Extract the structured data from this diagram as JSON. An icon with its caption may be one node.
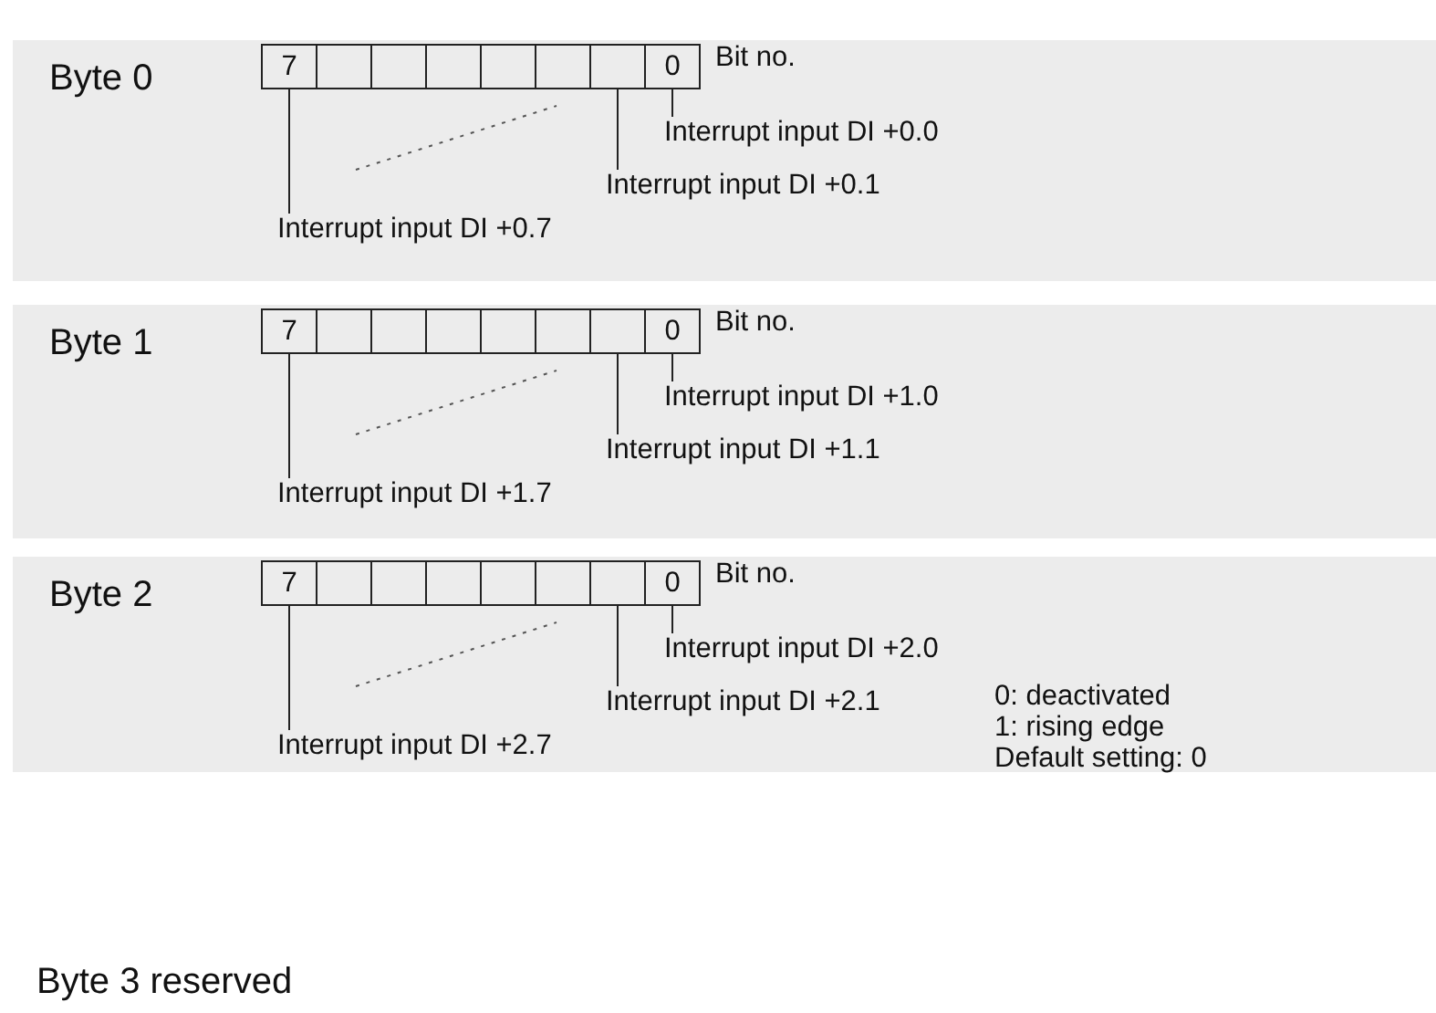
{
  "diagram": {
    "nodes": [
      {
        "text": [
          "Byte 0"
        ]
      },
      {
        "text": [
          "7"
        ],
        "in": 0
      },
      {
        "text": [],
        "shape": "box",
        "in": 0
      },
      {
        "text": [],
        "shape": "box",
        "in": 0
      },
      {
        "text": [],
        "shape": "box",
        "in": 0
      },
      {
        "text": [],
        "shape": "box",
        "in": 0
      },
      {
        "text": [],
        "shape": "box",
        "in": 0
      },
      {
        "text": [],
        "shape": "box",
        "in": 0
      },
      {
        "text": [
          "0"
        ],
        "in": 0
      },
      {
        "text": [
          "Interrupt input DI +0.0"
        ],
        "in": 0
      },
      {
        "text": [
          "Interrupt input DI +0.1"
        ],
        "in": 0
      },
      {
        "text": [
          "Interrupt input DI +0.7"
        ],
        "in": 0
      },
      {
        "text": [
          "Byte 1"
        ]
      },
      {
        "text": [
          "7"
        ],
        "in": 12
      },
      {
        "text": [],
        "shape": "box",
        "in": 12
      },
      {
        "text": [],
        "shape": "box",
        "in": 12
      },
      {
        "text": [],
        "shape": "box",
        "in": 12
      },
      {
        "text": [],
        "shape": "box",
        "in": 12
      },
      {
        "text": [],
        "shape": "box",
        "in": 12
      },
      {
        "text": [],
        "shape": "box",
        "in": 12
      },
      {
        "text": [
          "0"
        ],
        "in": 12
      },
      {
        "text": [
          "Interrupt input DI +1.0"
        ],
        "in": 12
      },
      {
        "text": [
          "Interrupt input DI +1.1"
        ],
        "in": 12
      },
      {
        "text": [
          "Interrupt input DI +1.7"
        ],
        "in": 12
      },
      {
        "text": [
          "Byte 2"
        ]
      },
      {
        "text": [
          "7"
        ],
        "in": 24
      },
      {
        "text": [],
        "shape": "box",
        "in": 24
      },
      {
        "text": [],
        "shape": "box",
        "in": 24
      },
      {
        "text": [],
        "shape": "box",
        "in": 24
      },
      {
        "text": [],
        "shape": "box",
        "in": 24
      },
      {
        "text": [],
        "shape": "box",
        "in": 24
      },
      {
        "text": [],
        "shape": "box",
        "in": 24
      },
      {
        "text": [
          "0"
        ],
        "in": 24
      },
      {
        "text": [
          "Interrupt input DI +2.0"
        ],
        "in": 24
      },
      {
        "text": [
          "Interrupt input DI +2.1"
        ],
        "in": 24
      },
      {
        "text": [
          "Interrupt input DI +2.7"
        ],
        "in": 24
      }
    ],
    "edges": [
      {
        "from": 9,
        "to": 8,
        "arrow": "none"
      },
      {
        "from": 10,
        "to": 7,
        "arrow": "none"
      },
      {
        "from": 11,
        "to": 1,
        "arrow": "none"
      },
      {
        "from": 21,
        "to": 20,
        "arrow": "none"
      },
      {
        "from": 22,
        "to": 19,
        "arrow": "none"
      },
      {
        "from": 23,
        "to": 13,
        "arrow": "none"
      },
      {
        "from": 33,
        "to": 32,
        "arrow": "none"
      },
      {
        "from": 34,
        "to": 31,
        "arrow": "none"
      },
      {
        "from": 35,
        "to": 25,
        "arrow": "none"
      }
    ],
    "labels": [
      "Bit no.",
      "Bit no.",
      "Bit no.",
      "0: deactivated",
      "1: rising edge",
      "Default setting: 0",
      "Byte 3 reserved"
    ]
  }
}
